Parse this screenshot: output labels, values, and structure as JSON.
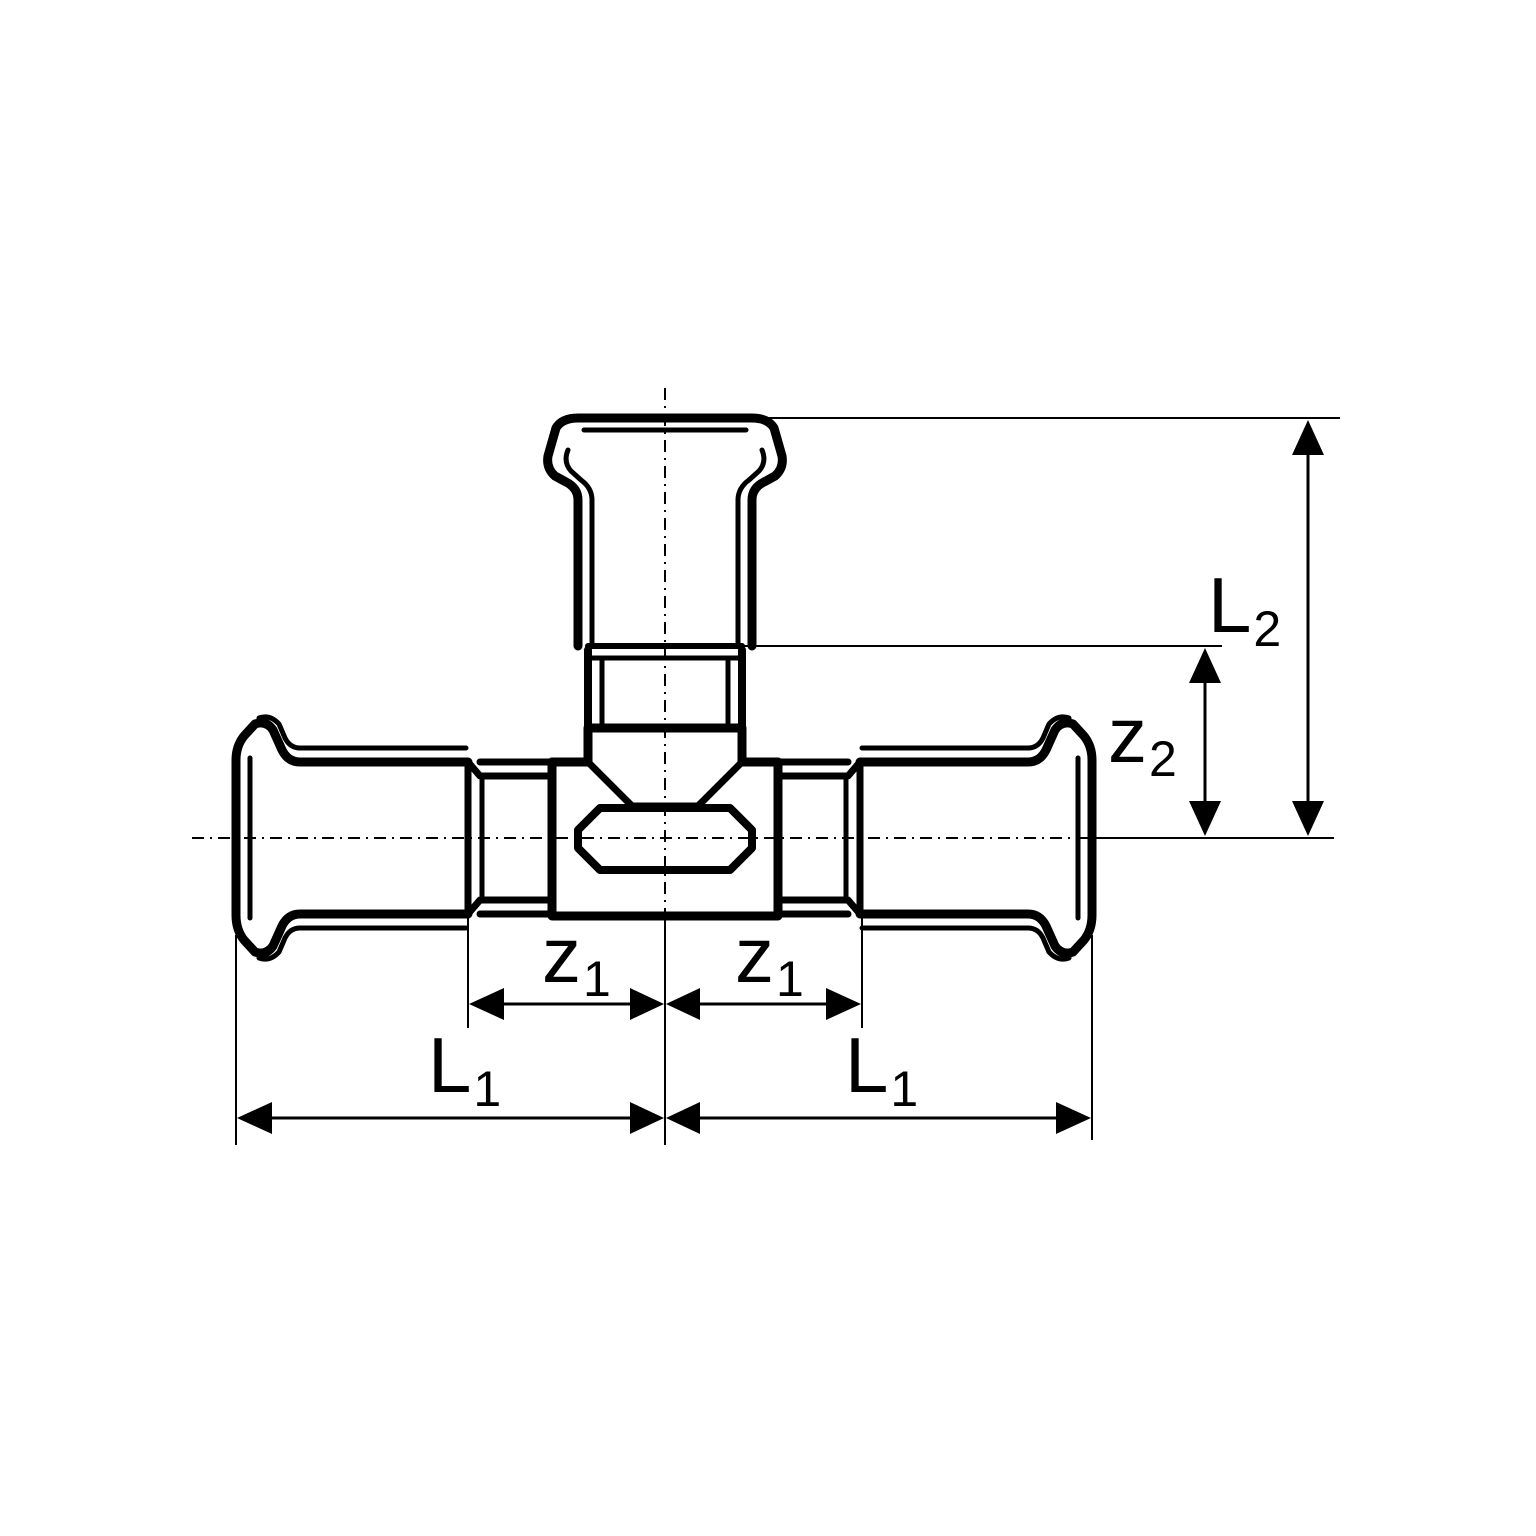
{
  "labels": {
    "l1_left": {
      "main": "L",
      "sub": "1"
    },
    "l1_right": {
      "main": "L",
      "sub": "1"
    },
    "z1_left": {
      "main": "z",
      "sub": "1"
    },
    "z1_right": {
      "main": "z",
      "sub": "1"
    },
    "l2": {
      "main": "L",
      "sub": "2"
    },
    "z2": {
      "main": "z",
      "sub": "2"
    }
  },
  "colors": {
    "line": "#000000",
    "background": "#ffffff"
  }
}
